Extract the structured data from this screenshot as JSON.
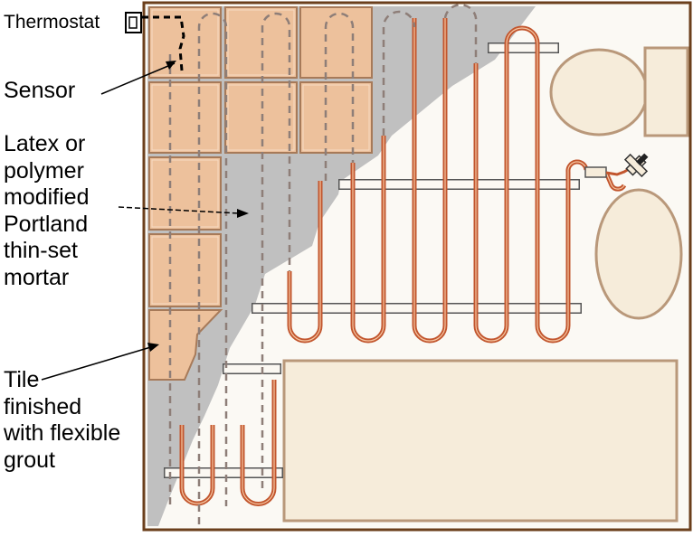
{
  "labels": {
    "thermostat": "Thermostat",
    "sensor": "Sensor",
    "mortar": [
      "Latex or",
      "polymer",
      "modified",
      "Portland",
      "thin-set",
      "mortar"
    ],
    "tile": [
      "Tile",
      "finished",
      "with flexible",
      "grout"
    ]
  },
  "colors": {
    "frame": "#6b3f1c",
    "floor": "#fbf9f4",
    "mortar": "#c0c0c0",
    "tile": "#edc19c",
    "tile_edge": "#a77a59",
    "cable": "#c2562e",
    "cable_highlight": "#f6c7a3",
    "hidden_cable": "#8e7e78",
    "fixture": "#f6ecda",
    "fixture_edge": "#b9987a",
    "spacer_strip": "#fbf8f2"
  },
  "icons": {
    "thermostat": "thermostat-box-icon",
    "splice": "cable-splice-icon",
    "cold_lead": "cold-lead-connector-icon"
  }
}
